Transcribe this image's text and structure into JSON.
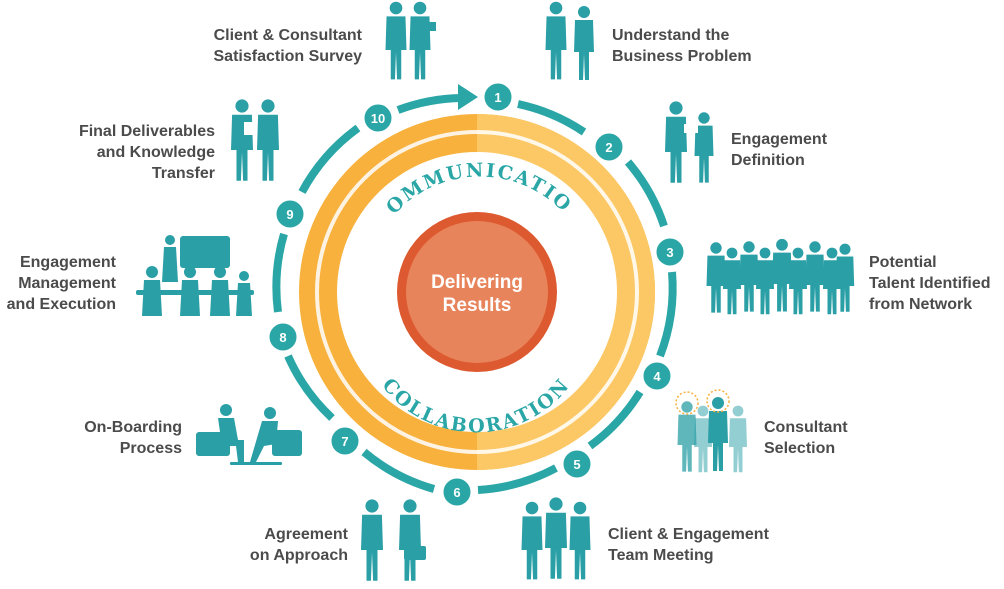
{
  "center": {
    "line1": "Delivering",
    "line2": "Results"
  },
  "ring": {
    "top": "COMMUNICATION",
    "bottom": "COLLABORATION"
  },
  "colors": {
    "teal": "#2aa6a6",
    "orange_outer": "#f7b13c",
    "orange_inner": "#fcc865",
    "center": "#e8845b",
    "center_ring": "#dd5a30",
    "text": "#4b4b4b"
  },
  "steps": [
    {
      "num": "1",
      "lines": [
        "Understand the",
        "Business Problem"
      ],
      "icon": "two-people-shaking-hands-icon"
    },
    {
      "num": "2",
      "lines": [
        "Engagement",
        "Definition"
      ],
      "icon": "two-people-reviewing-documents-icon"
    },
    {
      "num": "3",
      "lines": [
        "Potential",
        "Talent Identified",
        "from Network"
      ],
      "icon": "crowd-of-people-icon"
    },
    {
      "num": "4",
      "lines": [
        "Consultant",
        "Selection"
      ],
      "icon": "highlighted-candidates-icon"
    },
    {
      "num": "5",
      "lines": [
        "Client & Engagement",
        "Team Meeting"
      ],
      "icon": "team-meeting-icon"
    },
    {
      "num": "6",
      "lines": [
        "Agreement",
        "on Approach"
      ],
      "icon": "handshake-icon"
    },
    {
      "num": "7",
      "lines": [
        "On-Boarding",
        "Process"
      ],
      "icon": "seated-interview-icon"
    },
    {
      "num": "8",
      "lines": [
        "Engagement",
        "Management",
        "and Execution"
      ],
      "icon": "presentation-meeting-icon"
    },
    {
      "num": "9",
      "lines": [
        "Final Deliverables",
        "and Knowledge",
        "Transfer"
      ],
      "icon": "two-people-with-folders-icon"
    },
    {
      "num": "10",
      "lines": [
        "Client & Consultant",
        "Satisfaction Survey"
      ],
      "icon": "two-people-with-laptop-icon"
    }
  ]
}
